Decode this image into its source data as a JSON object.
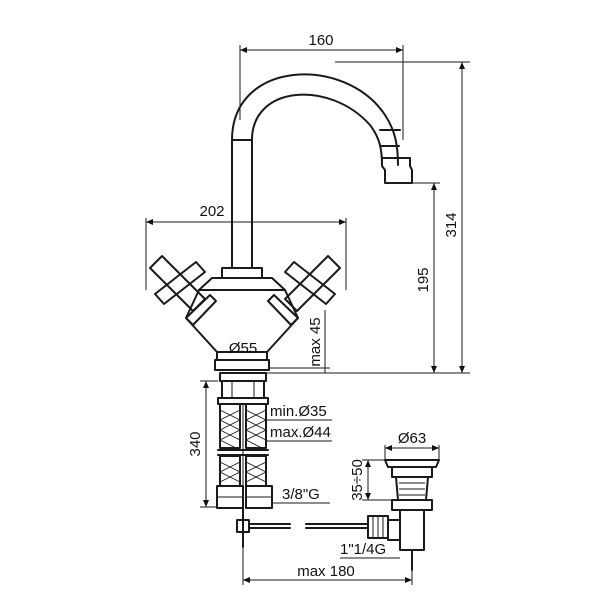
{
  "diagram": {
    "dimensions": {
      "spout_reach": "160",
      "handle_span": "202",
      "total_height": "314",
      "spout_outlet_height": "195",
      "max_deck_thickness": "max 45",
      "base_diameter": "Ø55",
      "hole_min_diameter": "min.Ø35",
      "hole_max_diameter": "max.Ø44",
      "flexible_hose_length": "340",
      "hose_connection": "3/8\"G",
      "waste_diameter": "Ø63",
      "waste_adjustment": "35÷50",
      "waste_thread": "1\"1/4G",
      "max_rod_reach": "max 180"
    }
  }
}
